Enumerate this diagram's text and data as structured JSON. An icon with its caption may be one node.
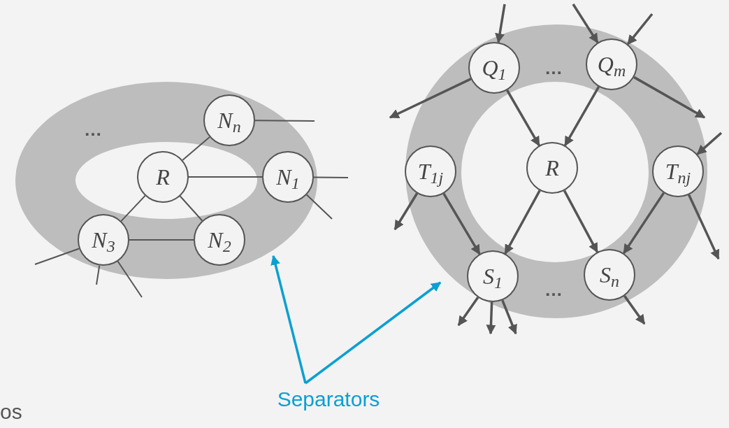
{
  "diagram": {
    "nodes": [
      {
        "text": [
          "N$_{n}$"
        ]
      },
      {
        "text": [
          "R"
        ]
      },
      {
        "text": [
          "N$_{1}$"
        ]
      },
      {
        "text": [
          "N$_{3}$"
        ]
      },
      {
        "text": [
          "N$_{2}$"
        ]
      },
      {
        "text": [
          "Q$_{1}$"
        ]
      },
      {
        "text": [
          "Q$_{m}$"
        ]
      },
      {
        "text": [
          "T$_{1j}$"
        ]
      },
      {
        "text": [
          "R"
        ]
      },
      {
        "text": [
          "T$_{nj}$"
        ]
      },
      {
        "text": [
          "S$_{1}$"
        ]
      },
      {
        "text": [
          "S$_{n}$"
        ]
      },
      {
        "text": [
          "Separators"
        ]
      }
    ],
    "edges": [
      {
        "from": 1,
        "to": 0,
        "arrow": "none"
      },
      {
        "from": 1,
        "to": 2,
        "arrow": "none"
      },
      {
        "from": 1,
        "to": 3,
        "arrow": "none"
      },
      {
        "from": 1,
        "to": 4,
        "arrow": "none"
      },
      {
        "from": 3,
        "to": 4,
        "arrow": "none"
      },
      {
        "from": 0,
        "to": null,
        "arrow": "none"
      },
      {
        "from": 2,
        "to": null,
        "arrow": "none"
      },
      {
        "from": 2,
        "to": null,
        "arrow": "none"
      },
      {
        "from": 3,
        "to": null,
        "arrow": "none"
      },
      {
        "from": 3,
        "to": null,
        "arrow": "none"
      },
      {
        "from": 3,
        "to": null,
        "arrow": "none"
      },
      {
        "from": null,
        "to": 5,
        "arrow": "to"
      },
      {
        "from": null,
        "to": 6,
        "arrow": "to"
      },
      {
        "from": null,
        "to": 6,
        "arrow": "to"
      },
      {
        "from": 5,
        "to": null,
        "arrow": "to"
      },
      {
        "from": 5,
        "to": 8,
        "arrow": "to"
      },
      {
        "from": 6,
        "to": 8,
        "arrow": "to"
      },
      {
        "from": 6,
        "to": null,
        "arrow": "to"
      },
      {
        "from": null,
        "to": 9,
        "arrow": "to"
      },
      {
        "from": 7,
        "to": null,
        "arrow": "to"
      },
      {
        "from": 7,
        "to": 10,
        "arrow": "to"
      },
      {
        "from": 8,
        "to": 10,
        "arrow": "to"
      },
      {
        "from": 8,
        "to": 11,
        "arrow": "to"
      },
      {
        "from": 9,
        "to": 11,
        "arrow": "to"
      },
      {
        "from": 9,
        "to": null,
        "arrow": "to"
      },
      {
        "from": 10,
        "to": null,
        "arrow": "to"
      },
      {
        "from": 10,
        "to": null,
        "arrow": "to"
      },
      {
        "from": 10,
        "to": null,
        "arrow": "to"
      },
      {
        "from": 11,
        "to": null,
        "arrow": "to"
      },
      {
        "from": 12,
        "to": null,
        "arrow": "to",
        "color": "#0aa0d2"
      },
      {
        "from": 12,
        "to": null,
        "arrow": "to",
        "color": "#0aa0d2"
      }
    ],
    "labels": [
      "…",
      "…",
      "…",
      "os"
    ]
  }
}
